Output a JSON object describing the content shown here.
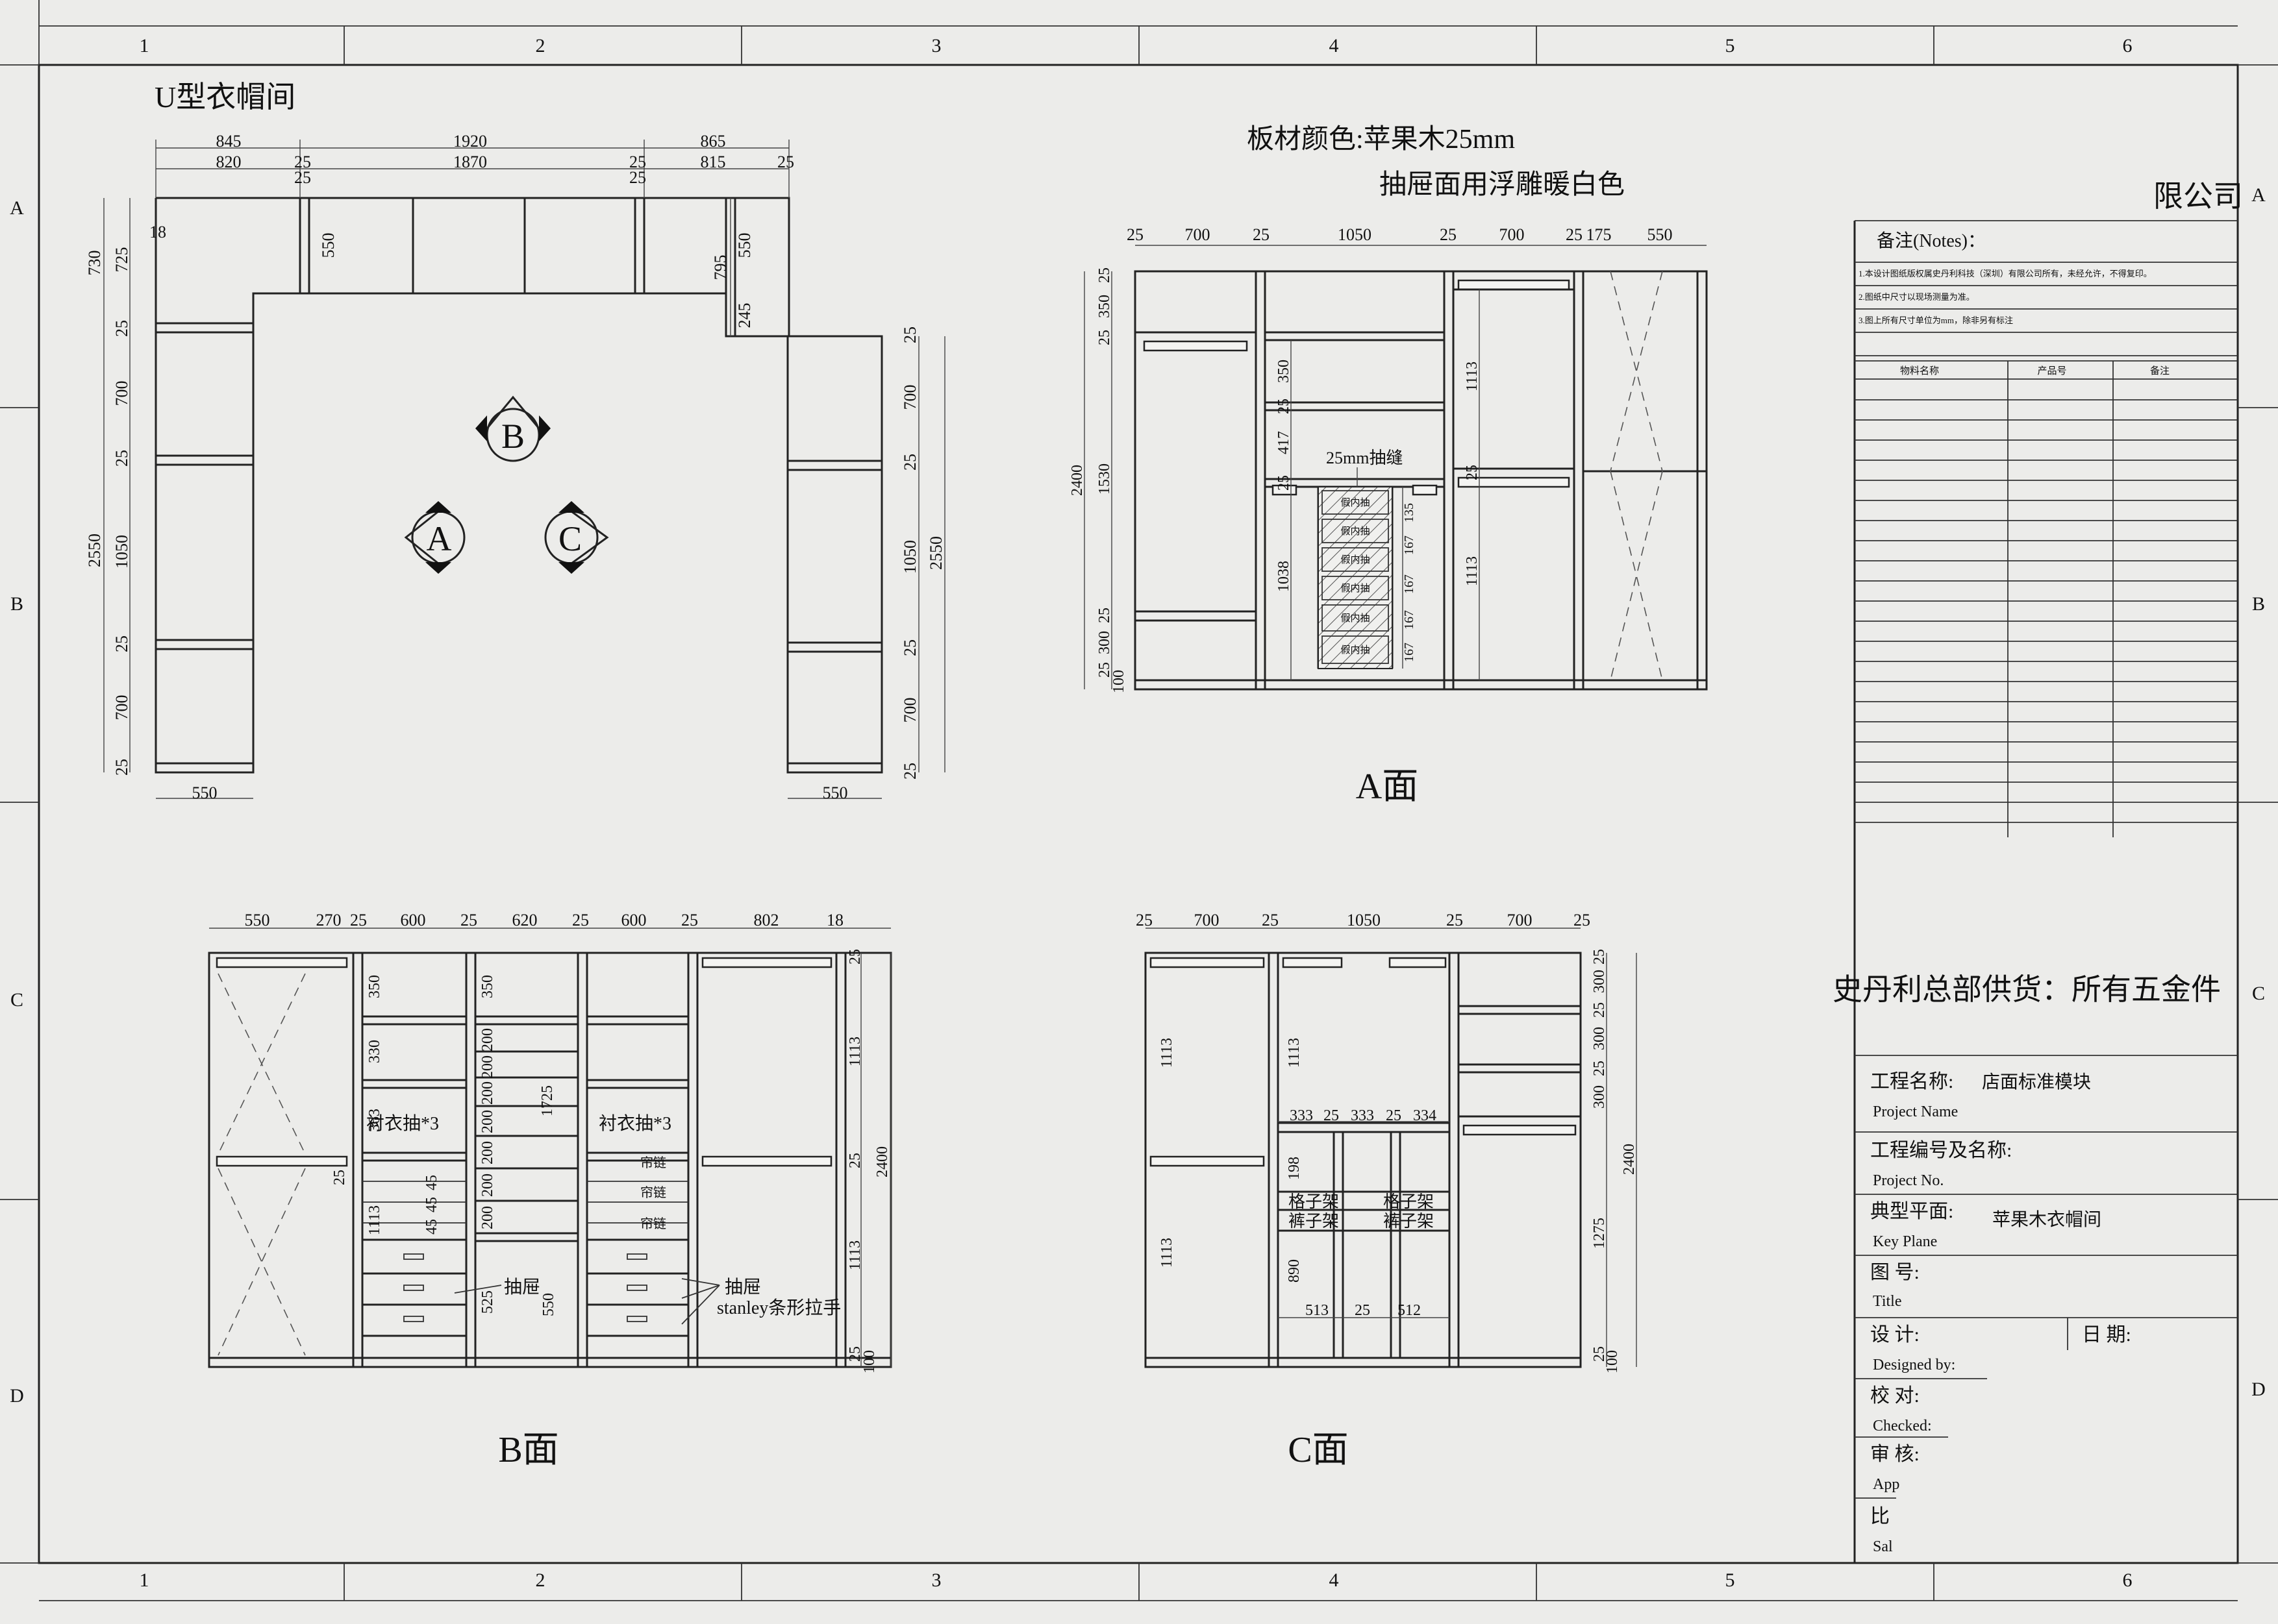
{
  "drawing": {
    "room_title": "U型衣帽间",
    "material_line1": "板材颜色:苹果木25mm",
    "material_line2": "抽屉面用浮雕暖白色",
    "company_suffix": "限公司",
    "supplier_note": "史丹利总部供货：所有五金件",
    "face_a_label": "A面",
    "face_b_label": "B面",
    "face_c_label": "C面",
    "marker_a": "A",
    "marker_b": "B",
    "marker_c": "C"
  },
  "frame": {
    "col_labels": [
      "1",
      "2",
      "3",
      "4",
      "5",
      "6"
    ],
    "row_labels": [
      "A",
      "B",
      "C",
      "D"
    ]
  },
  "notes": {
    "heading": "备注(Notes)：",
    "items": [
      "1.本设计图纸版权属史丹利科技（深圳）有限公司所有，未经允许，不得复印。",
      "2.图纸中尺寸以现场测量为准。",
      "3.图上所有尺寸单位为mm，除非另有标注"
    ],
    "table_headers": [
      "物料名称",
      "产品号",
      "备注"
    ]
  },
  "title_block": {
    "project_name_label": "工程名称:",
    "project_name_value": "店面标准模块",
    "project_name_en": "Project Name",
    "project_no_label": "工程编号及名称:",
    "project_no_en": "Project No.",
    "key_plane_label": "典型平面:",
    "key_plane_value": "苹果木衣帽间",
    "key_plane_en": "Key Plane",
    "title_label": "图  号:",
    "title_en": "Title",
    "design_label": "设  计:",
    "date_label": "日  期:",
    "design_en": "Designed by:",
    "check_label": "校  对:",
    "check_en": "Checked:",
    "approve_label": "审  核:",
    "approve_en": "App",
    "scale_label": "比",
    "scale_en": "Sal"
  },
  "plan_dims": {
    "top_row1": [
      "845",
      "1920",
      "865"
    ],
    "top_row2": [
      "820",
      "25",
      "1870",
      "25",
      "815",
      "25"
    ],
    "small": [
      "25",
      "25",
      "18"
    ],
    "left_top": [
      "730",
      "725",
      "550"
    ],
    "right_top": [
      "795",
      "550",
      "245"
    ],
    "left_side": [
      "2550",
      "25",
      "700",
      "25",
      "1050",
      "25",
      "700",
      "25"
    ],
    "right_side": [
      "25",
      "700",
      "25",
      "1050",
      "25",
      "700",
      "25",
      "2550"
    ],
    "bottom": [
      "550",
      "550"
    ]
  },
  "face_a_dims": {
    "top": [
      "25",
      "700",
      "25",
      "1050",
      "25",
      "700",
      "25",
      "175",
      "550"
    ],
    "left": [
      "2400",
      "25",
      "350",
      "25",
      "1530",
      "25",
      "300",
      "25",
      "100"
    ],
    "inner": [
      "350",
      "25",
      "417",
      "25",
      "1038"
    ],
    "right": [
      "1113",
      "25",
      "1113"
    ],
    "gap_note": "25mm抽缝",
    "drawer_text": "假内抽",
    "drawer_dims": [
      "135",
      "167",
      "167",
      "167",
      "167"
    ]
  },
  "face_b_dims": {
    "top": [
      "550",
      "270",
      "25",
      "600",
      "25",
      "620",
      "25",
      "600",
      "25",
      "802",
      "18"
    ],
    "col_left": [
      "350",
      "330",
      "363",
      "1113"
    ],
    "col_mid": [
      "350",
      "200",
      "200",
      "200",
      "200",
      "200",
      "200",
      "200",
      "1725"
    ],
    "small_left": [
      "25",
      "45",
      "45",
      "45"
    ],
    "right": [
      "25",
      "1113",
      "25",
      "2400",
      "1113",
      "25",
      "100"
    ],
    "lower": [
      "525",
      "550"
    ],
    "shirt_drawer": "衬衣抽*3",
    "drawer_label": "抽屉",
    "handle_label": "stanley条形拉手",
    "small_drawer": "帘链"
  },
  "face_c_dims": {
    "top": [
      "25",
      "700",
      "25",
      "1050",
      "25",
      "700",
      "25"
    ],
    "left": [
      "1113",
      "1113"
    ],
    "mid": [
      "1113",
      "333",
      "25",
      "333",
      "25",
      "334",
      "198",
      "890",
      "513",
      "25",
      "512"
    ],
    "right": [
      "25",
      "300",
      "25",
      "300",
      "25",
      "300",
      "2400",
      "1275",
      "25",
      "100"
    ],
    "grid_rack": "格子架",
    "pants_rack": "裤子架"
  }
}
